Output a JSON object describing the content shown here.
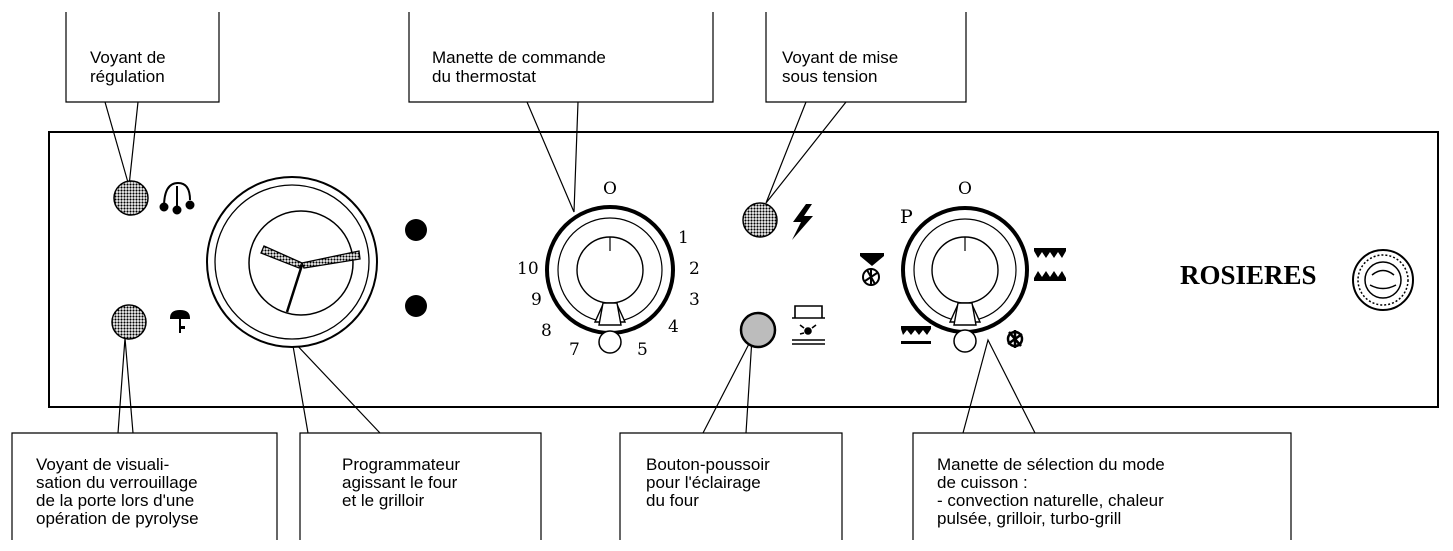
{
  "callouts": {
    "voyant_regulation": "Voyant de\nrégulation",
    "thermostat_manette": "Manette de commande\ndu thermostat",
    "voyant_mise_sous_tension": "Voyant de mise\nsous tension",
    "voyant_verrouillage": "Voyant de visuali-\nsation du verrouillage\nde la porte lors d'une\nopération de pyrolyse",
    "programmateur": "Programmateur\nagissant le four\net le grilloir",
    "bouton_eclairage": "Bouton-poussoir\npour l'éclairage\ndu four",
    "selecteur_mode": "Manette de sélection du mode\nde cuisson :\n- convection naturelle, chaleur\npulsée, grilloir, turbo-grill"
  },
  "thermostat_scale": {
    "zero": "O",
    "marks": [
      "1",
      "2",
      "3",
      "4",
      "5",
      "7",
      "8",
      "9",
      "10"
    ]
  },
  "selector_marks": {
    "zero": "O",
    "pyrolysis": "P"
  },
  "brand": "ROSIERES",
  "colors": {
    "ink": "#000000",
    "panel_bg": "#ffffff",
    "lamp_fill": "#9a9a9a"
  }
}
